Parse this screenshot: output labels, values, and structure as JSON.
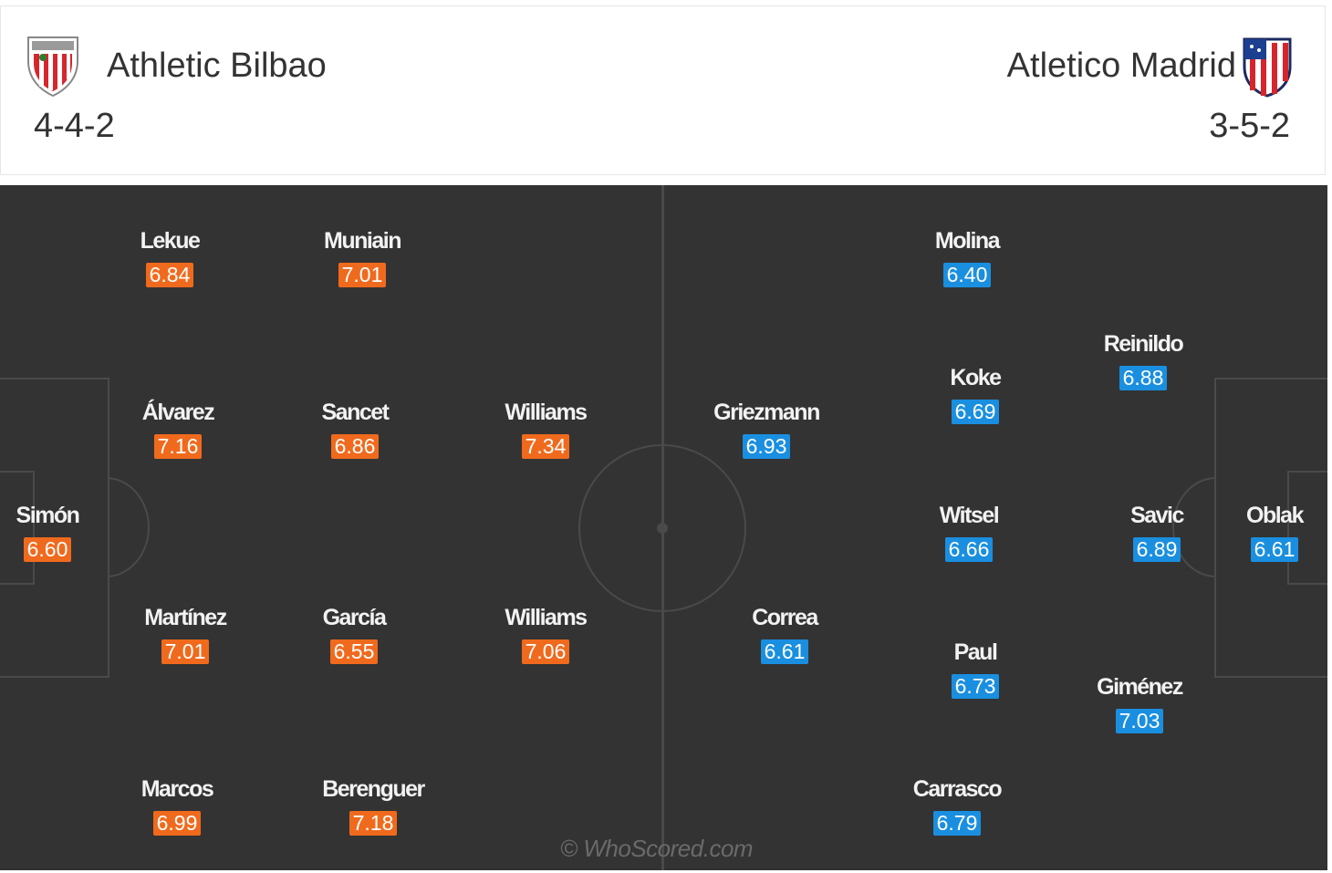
{
  "colors": {
    "home_rating": "#f06a1d",
    "away_rating": "#1a8fe0",
    "pitch": "#333333",
    "pitch_lines": "#4a4a4a"
  },
  "home": {
    "name": "Athletic Bilbao",
    "formation": "4-4-2",
    "crest_icon": "athletic-bilbao-crest-icon",
    "players": [
      {
        "name": "Simón",
        "rating": "6.60"
      },
      {
        "name": "Lekue",
        "rating": "6.84"
      },
      {
        "name": "Álvarez",
        "rating": "7.16"
      },
      {
        "name": "Martínez",
        "rating": "7.01"
      },
      {
        "name": "Marcos",
        "rating": "6.99"
      },
      {
        "name": "Muniain",
        "rating": "7.01"
      },
      {
        "name": "Sancet",
        "rating": "6.86"
      },
      {
        "name": "García",
        "rating": "6.55"
      },
      {
        "name": "Berenguer",
        "rating": "7.18"
      },
      {
        "name": "Williams",
        "rating": "7.34"
      },
      {
        "name": "Williams",
        "rating": "7.06"
      }
    ]
  },
  "away": {
    "name": "Atletico Madrid",
    "formation": "3-5-2",
    "crest_icon": "atletico-madrid-crest-icon",
    "players": [
      {
        "name": "Oblak",
        "rating": "6.61"
      },
      {
        "name": "Reinildo",
        "rating": "6.88"
      },
      {
        "name": "Savic",
        "rating": "6.89"
      },
      {
        "name": "Giménez",
        "rating": "7.03"
      },
      {
        "name": "Molina",
        "rating": "6.40"
      },
      {
        "name": "Koke",
        "rating": "6.69"
      },
      {
        "name": "Witsel",
        "rating": "6.66"
      },
      {
        "name": "Paul",
        "rating": "6.73"
      },
      {
        "name": "Carrasco",
        "rating": "6.79"
      },
      {
        "name": "Griezmann",
        "rating": "6.93"
      },
      {
        "name": "Correa",
        "rating": "6.61"
      }
    ]
  },
  "watermark": "© WhoScored.com"
}
